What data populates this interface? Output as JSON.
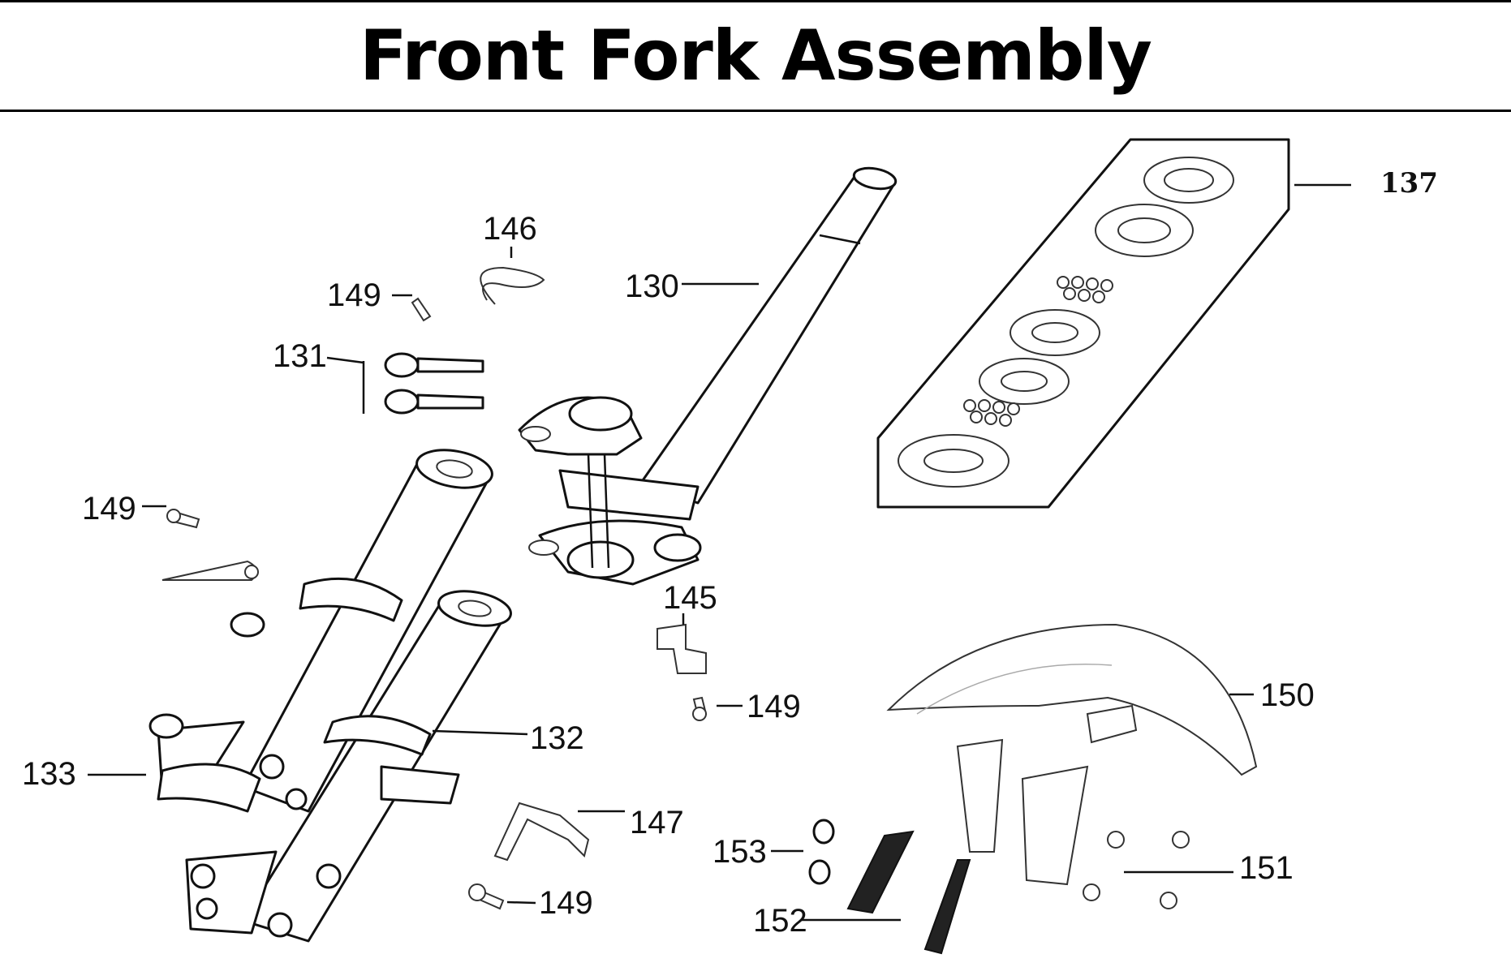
{
  "title": "Front Fork Assembly",
  "callouts": {
    "c130": "130",
    "c131": "131",
    "c132": "132",
    "c133": "133",
    "c137": "137",
    "c145": "145",
    "c146": "146",
    "c147": "147",
    "c149a": "149",
    "c149b": "149",
    "c149c": "149",
    "c149d": "149",
    "c150": "150",
    "c151": "151",
    "c152": "152",
    "c153": "153"
  }
}
